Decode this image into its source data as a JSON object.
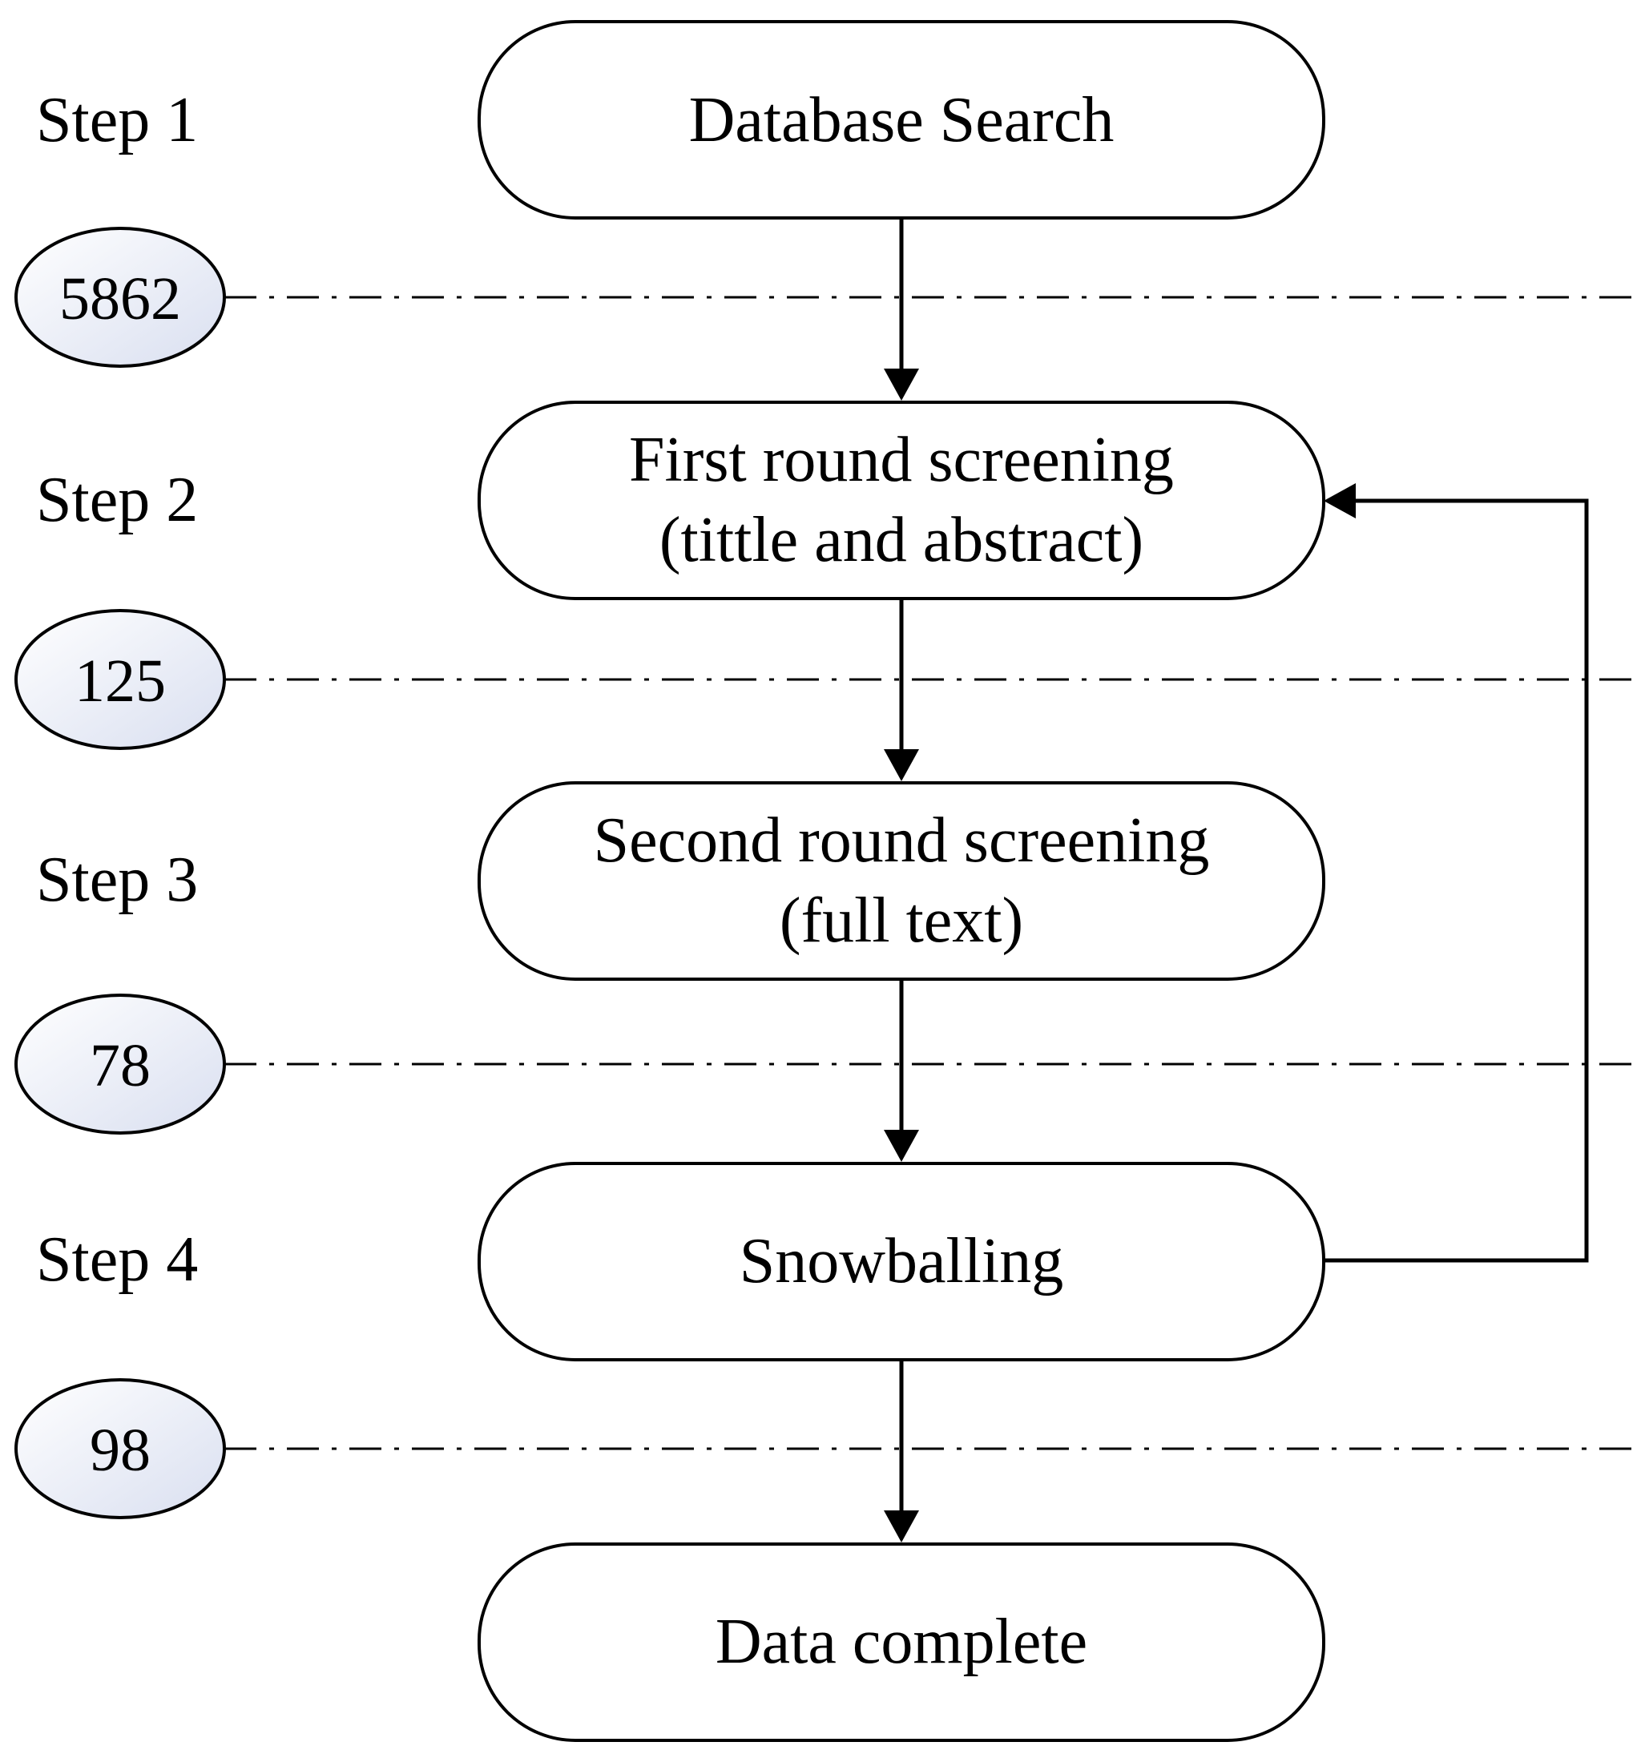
{
  "steps": [
    {
      "label": "Step 1"
    },
    {
      "label": "Step 2"
    },
    {
      "label": "Step 3"
    },
    {
      "label": "Step 4"
    }
  ],
  "counts": [
    {
      "value": "5862"
    },
    {
      "value": "125"
    },
    {
      "value": "78"
    },
    {
      "value": "98"
    }
  ],
  "boxes": [
    {
      "lines": [
        "Database Search"
      ]
    },
    {
      "lines": [
        "First round screening",
        "(tittle and abstract)"
      ]
    },
    {
      "lines": [
        "Second round screening",
        "(full text)"
      ]
    },
    {
      "lines": [
        "Snowballing"
      ]
    },
    {
      "lines": [
        "Data complete"
      ]
    }
  ],
  "colors": {
    "ellipse_fill_start": "#ffffff",
    "ellipse_fill_end": "#d9dff0",
    "stroke": "#000000"
  }
}
